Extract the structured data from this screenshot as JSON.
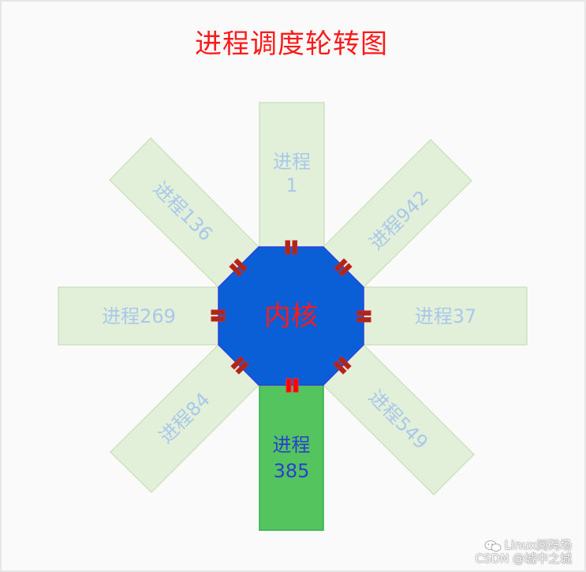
{
  "title": "进程调度轮转图",
  "kernel": {
    "label": "内核",
    "fill": "#0a5fd6",
    "stroke": "#2b3fe0",
    "label_color": "#ff1a1a"
  },
  "processes": [
    {
      "id": "top",
      "label_line1": "进程",
      "label_line2": "1",
      "label": "进程1",
      "active": false
    },
    {
      "id": "top-right",
      "label": "进程942",
      "active": false
    },
    {
      "id": "right",
      "label": "进程37",
      "active": false
    },
    {
      "id": "bottom-right",
      "label": "进程549",
      "active": false
    },
    {
      "id": "bottom",
      "label_line1": "进程",
      "label_line2": "385",
      "label": "进程385",
      "active": true
    },
    {
      "id": "bottom-left",
      "label": "进程84",
      "active": false
    },
    {
      "id": "left",
      "label": "进程269",
      "active": false
    },
    {
      "id": "top-left",
      "label": "进程136",
      "active": false
    }
  ],
  "colors": {
    "inactive_fill": "#e2efd9",
    "inactive_stroke": "#c5e0b4",
    "inactive_text": "#a9c8ea",
    "active_fill": "#54c45e",
    "active_stroke": "#2fae4a",
    "active_text": "#2a3fd0",
    "connector_inactive": "#a8281a",
    "connector_active": "#ff0000"
  },
  "watermark": {
    "line1": "Linux阅码场",
    "line2": "CSDN @城中之城"
  }
}
